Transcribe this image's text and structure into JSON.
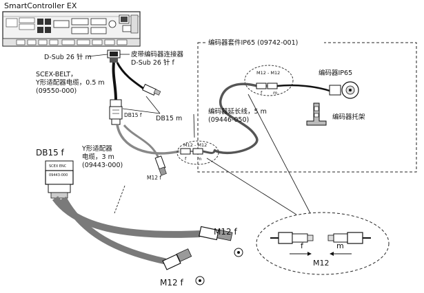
{
  "controller": {
    "title": "SmartController EX"
  },
  "labels": {
    "dsub_m": "D-Sub 26 针 m",
    "belt_connector_1": "皮带编码器连接器",
    "belt_connector_2": "D-Sub 26 针 f",
    "scex_belt_1": "SCEX-BELT，",
    "scex_belt_2": "Y形适配器电缆，0.5 m",
    "scex_belt_3": "(09550-000)",
    "db15f_small": "DB15 f",
    "db15m": "DB15 m",
    "db15f_large": "DB15 f",
    "y_adapter_1": "Y形适配器",
    "y_adapter_2": "电缆，3 m",
    "y_adapter_3": "(09443-000)",
    "m12f_small": "M12 f",
    "m12f_right": "M12 f",
    "m12f_bottom": "M12 f",
    "kit_title": "编码器套件IP65 (09742-001)",
    "m12_pair_top": "M12 - M12",
    "m12_pair_top_f": "f",
    "m12_pair_top_m": "m",
    "encoder_ip65": "编码器IP65",
    "ext_cable_1": "编码器延长线，5 m",
    "ext_cable_2": "(09446-050)",
    "encoder_bracket": "编码器托架",
    "m12_pair_mid": "M12 - M12",
    "m12_pair_mid_f": "f",
    "m12_pair_mid_m": "m",
    "detail_f": "f",
    "detail_m": "m",
    "detail_m12": "M12",
    "plug_text_1": "SCEX ENC",
    "plug_text_2": "09443-000"
  }
}
